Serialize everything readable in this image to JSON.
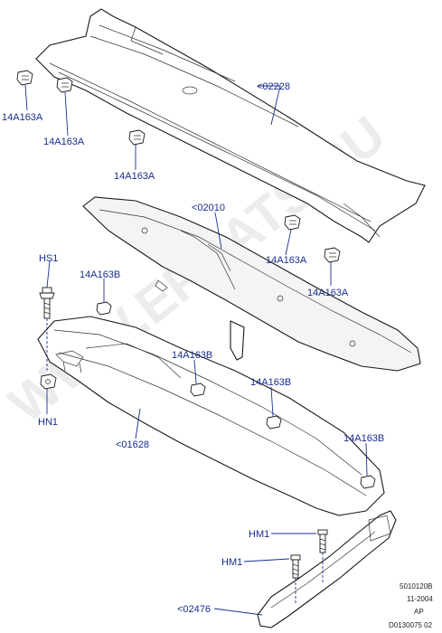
{
  "watermark": "WWW.EPCATS.RU",
  "callouts": {
    "c_02228": "<02228",
    "c_14a163a_1": "14A163A",
    "c_14a163a_2": "14A163A",
    "c_14a163a_3": "14A163A",
    "c_02010": "<02010",
    "c_14a163a_4": "14A163A",
    "c_14a163a_5": "14A163A",
    "c_hs1": "HS1",
    "c_14a163b_1": "14A163B",
    "c_14a163b_2": "14A163B",
    "c_14a163b_3": "14A163B",
    "c_14a163b_4": "14A163B",
    "c_hn1": "HN1",
    "c_01628": "<01628",
    "c_hm1_1": "HM1",
    "c_hm1_2": "HM1",
    "c_02476": "<02476"
  },
  "footer": {
    "line1": "5010120B",
    "line2": "11-2004",
    "line3": "AP",
    "line4": "D0130075 02"
  }
}
